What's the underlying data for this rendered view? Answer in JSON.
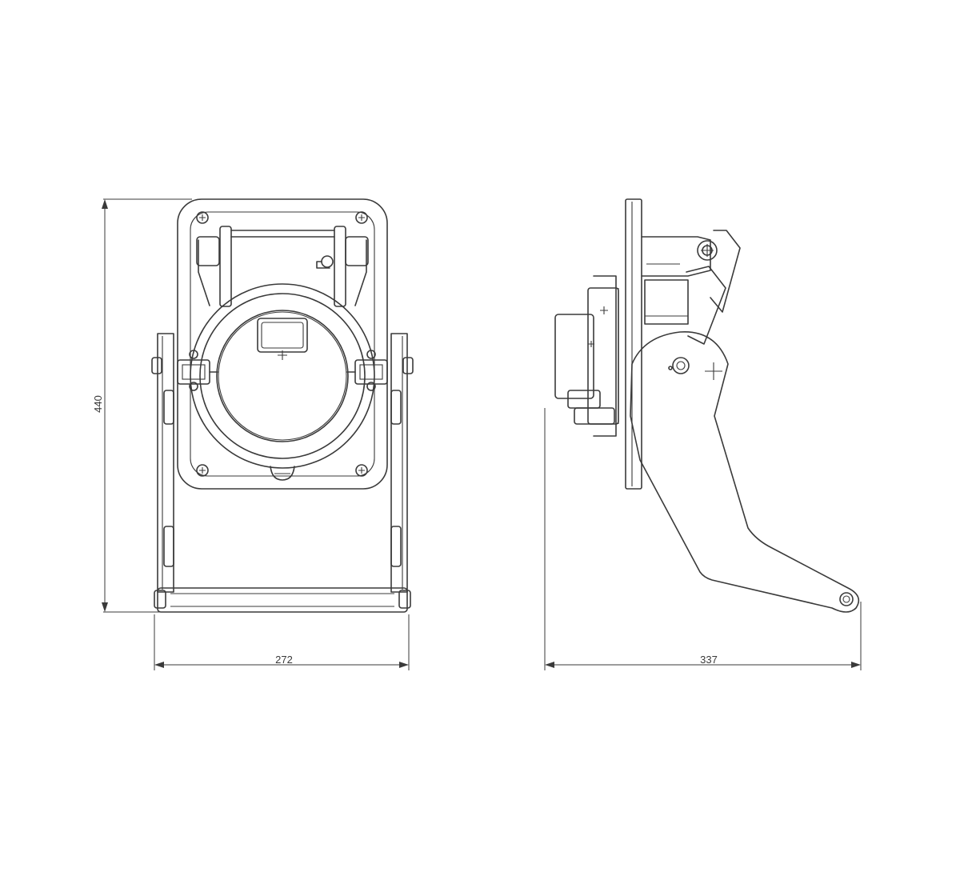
{
  "dimensions": {
    "height": "440",
    "front_width": "272",
    "side_depth": "337"
  },
  "colors": {
    "line": "#3a3a3a",
    "background": "#ffffff"
  }
}
